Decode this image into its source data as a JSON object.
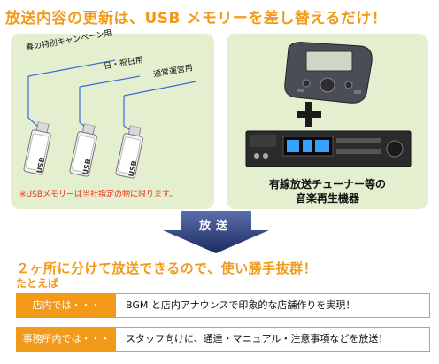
{
  "headline": "放送内容の更新は、USB メモリーを差し替えるだけ！",
  "left_panel": {
    "labels": [
      "春の特別キャンペーン用",
      "日・祝日用",
      "通常運営用"
    ],
    "usb_text": "USB",
    "note": "※USBメモリーは当社指定の物に限ります。"
  },
  "right_panel": {
    "caption_line1": "有線放送チューナー等の",
    "caption_line2": "音楽再生機器"
  },
  "arrow_label": "放送",
  "sub_headline": "２ヶ所に分けて放送できるので、使い勝手抜群！",
  "tatoeba": "たとえば",
  "examples": [
    {
      "tag": "店内では・・・",
      "text": "BGM と店内アナウンスで印象的な店舗作りを実現！"
    },
    {
      "tag": "事務所内では・・・",
      "text": "スタッフ向けに、通達・マニュアル・注意事項などを放送！"
    }
  ],
  "colors": {
    "accent": "#f29a1a",
    "panel": "#e4efcf",
    "note": "#e8331d"
  }
}
